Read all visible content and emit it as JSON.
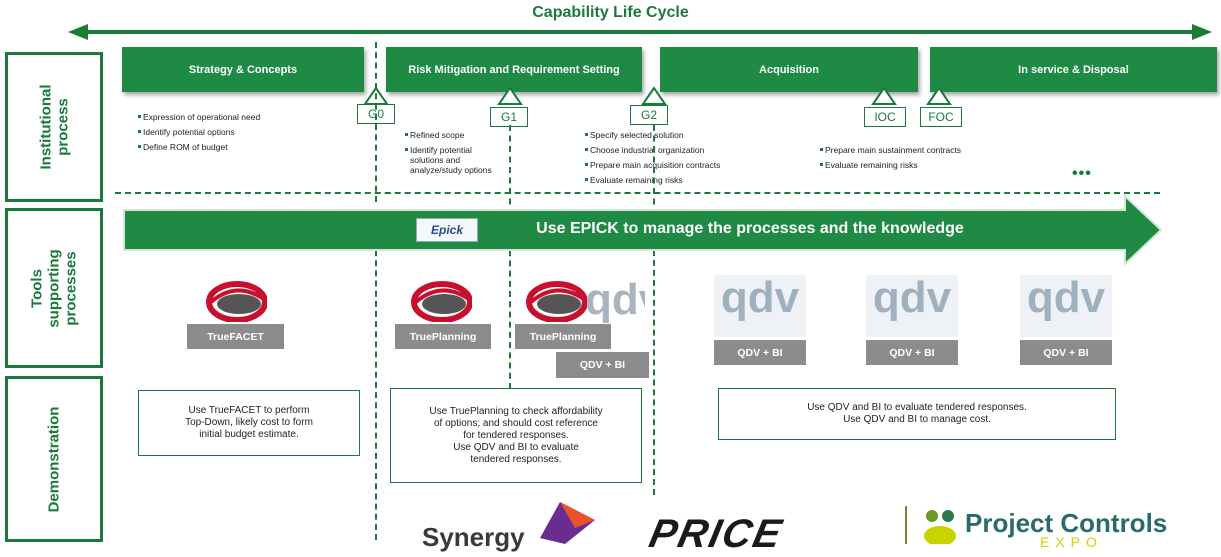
{
  "title": "Capability Life Cycle",
  "sections": {
    "institutional": "Institutional\nprocess",
    "tools": "Tools\nsupporting\nprocesses",
    "demonstration": "Demonstration"
  },
  "phases": [
    "Strategy & Concepts",
    "Risk Mitigation and Requirement Setting",
    "Acquisition",
    "In service & Disposal"
  ],
  "gates": [
    "G0",
    "G1",
    "G2",
    "IOC",
    "FOC"
  ],
  "bullets": {
    "strategy": [
      "Expression of operational  need",
      "Identify potential options",
      "Define ROM of budget"
    ],
    "risk": [
      "Refined scope",
      "Identify potential solutions and analyze/study options"
    ],
    "g2": [
      "Specify selected solution",
      "Choose industrial organization",
      "Prepare main acquisition contracts",
      "Evaluate remaining risks"
    ],
    "ioc": [
      "Prepare main sustainment contracts",
      "Evaluate remaining risks"
    ]
  },
  "ellipsis": "•••",
  "epick": {
    "logo_text": "Epick",
    "banner": "Use EPICK to manage the processes and the knowledge"
  },
  "tools": [
    "TrueFACET",
    "TruePlanning",
    "TruePlanning",
    "QDV + BI",
    "QDV + BI",
    "QDV + BI",
    "QDV + BI"
  ],
  "qdv_logo_text": "qdv",
  "demos": [
    "Use TrueFACET to perform\nTop-Down, likely cost to form\ninitial budget estimate.",
    "Use TruePlanning to check affordability\nof options; and should cost reference\nfor tendered responses.\nUse QDV and BI to evaluate\ntendered responses.",
    "Use QDV and BI to evaluate tendered responses.\nUse QDV and BI to manage cost."
  ],
  "footer": {
    "synergy": "Synergy",
    "price": "PRICE",
    "pc": "Project Controls",
    "expo": "EXPO"
  },
  "colors": {
    "green": "#1e8a44",
    "dark_green": "#1a7a3c",
    "grey": "#8c8c8c"
  }
}
